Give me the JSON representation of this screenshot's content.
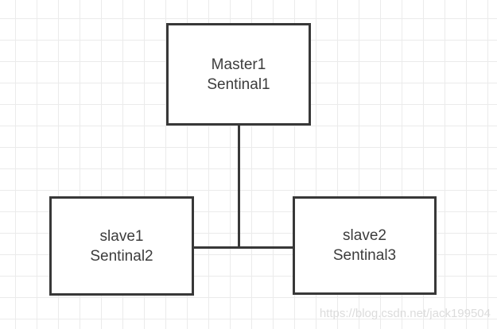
{
  "canvas": {
    "background_color": "#ffffff",
    "grid_color": "#ebebeb"
  },
  "diagram": {
    "stroke_color": "#383838",
    "text_color": "#3c3c3c",
    "nodes": [
      {
        "id": "master",
        "line1": "Master1",
        "line2": "Sentinal1"
      },
      {
        "id": "slave1",
        "line1": "slave1",
        "line2": "Sentinal2"
      },
      {
        "id": "slave2",
        "line1": "slave2",
        "line2": "Sentinal3"
      }
    ],
    "edges": [
      {
        "id": "master-to-junction",
        "type": "vertical-line",
        "from": "master",
        "to": "slave1-slave2-link"
      },
      {
        "id": "slave1-to-slave2",
        "type": "horizontal-line",
        "from": "slave1",
        "to": "slave2"
      }
    ]
  },
  "watermark": {
    "text": "https://blog.csdn.net/jack199504",
    "color": "#dcdcdc"
  }
}
